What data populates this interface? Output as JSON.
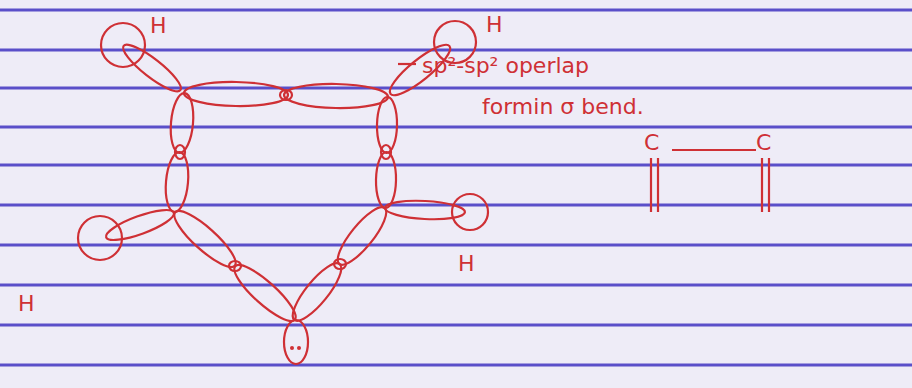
{
  "diagram": {
    "labels": [
      "H",
      "H",
      "H",
      "H",
      "sp²-sp² operlap",
      "formin σ bend.",
      "C",
      "C"
    ]
  }
}
